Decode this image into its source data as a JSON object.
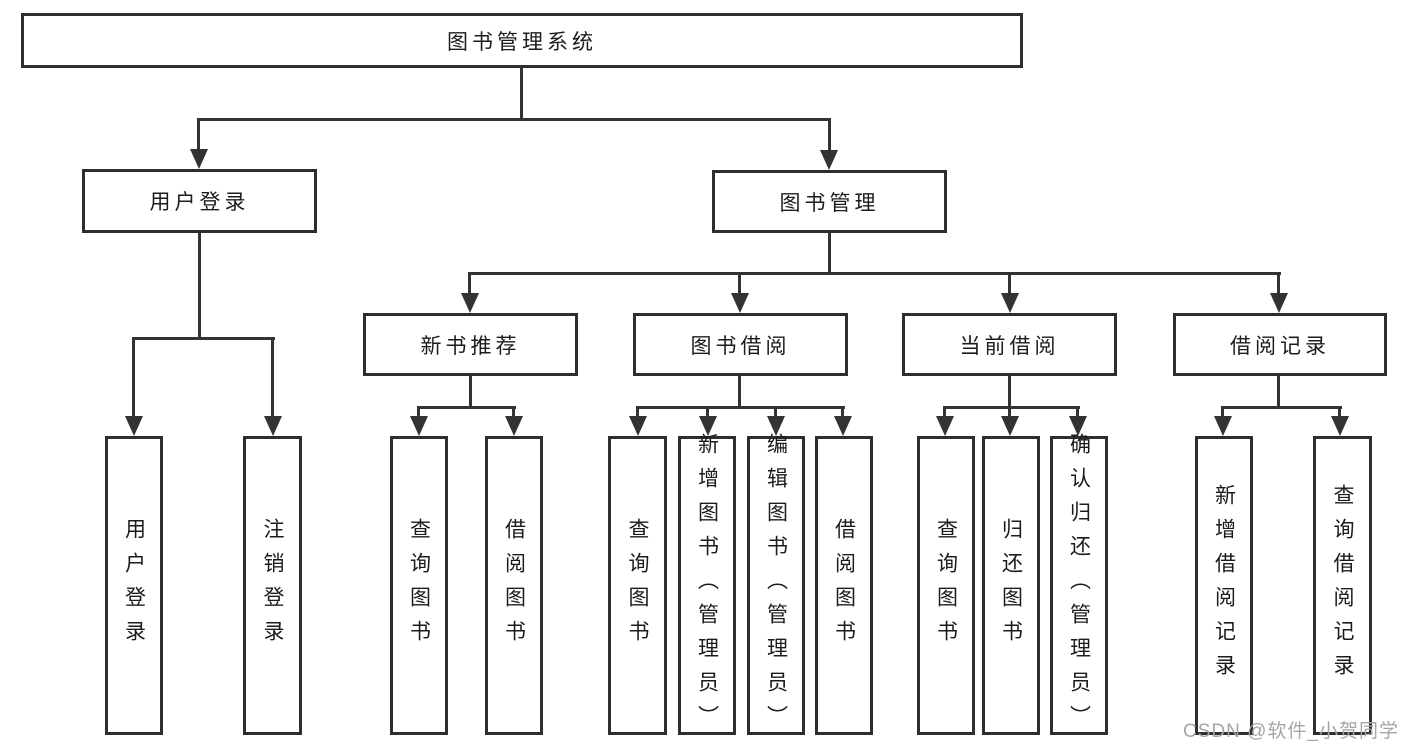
{
  "diagram_title": "图书管理系统",
  "tree": {
    "label": "图书管理系统",
    "children": [
      {
        "label": "用户登录",
        "children": [
          {
            "label": "用户登录"
          },
          {
            "label": "注销登录"
          }
        ]
      },
      {
        "label": "图书管理",
        "children": [
          {
            "label": "新书推荐",
            "children": [
              {
                "label": "查询图书"
              },
              {
                "label": "借阅图书"
              }
            ]
          },
          {
            "label": "图书借阅",
            "children": [
              {
                "label": "查询图书"
              },
              {
                "label": "新增图书（管理员）"
              },
              {
                "label": "编辑图书（管理员）"
              },
              {
                "label": "借阅图书"
              }
            ]
          },
          {
            "label": "当前借阅",
            "children": [
              {
                "label": "查询图书"
              },
              {
                "label": "归还图书"
              },
              {
                "label": "确认归还（管理员）"
              }
            ]
          },
          {
            "label": "借阅记录",
            "children": [
              {
                "label": "新增借阅记录"
              },
              {
                "label": "查询借阅记录"
              }
            ]
          }
        ]
      }
    ]
  },
  "watermark": {
    "text": "CSDN @软件_小贺同学"
  },
  "colors": {
    "line": "#333333",
    "box_border": "#2e2e2e",
    "text": "#1c1c1c",
    "watermark": "#a5a5a5",
    "background": "#ffffff"
  }
}
